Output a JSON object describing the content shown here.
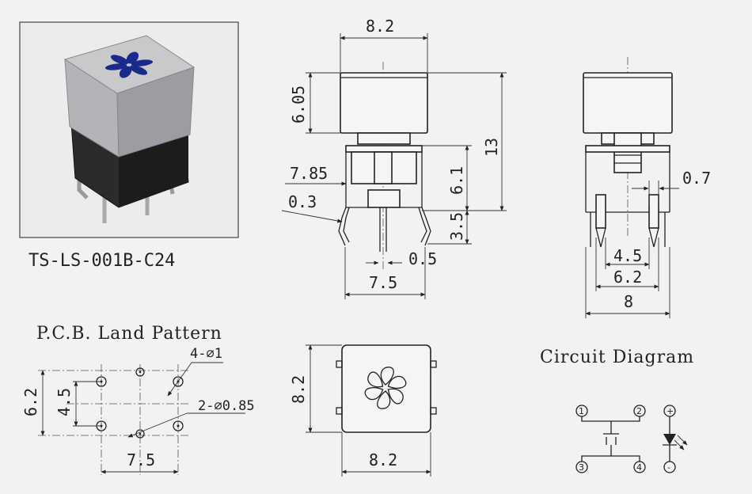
{
  "product": {
    "model": "TS-LS-001B-C24"
  },
  "pcb": {
    "title": "P.C.B. Land Pattern",
    "hole_large": "4-⌀1",
    "hole_small": "2-⌀0.85",
    "dim_width": "7.5",
    "dim_height_outer": "6.2",
    "dim_height_inner": "4.5"
  },
  "front_view": {
    "width": "8.2",
    "cap_height": "6.05",
    "total_height": "13",
    "body_height": "6.1",
    "pin_height": "3.5",
    "body_width": "7.85",
    "plate_thickness": "0.3",
    "pin_width": "0.5",
    "pin_spacing": "7.5"
  },
  "side_view": {
    "pin_thickness": "0.7",
    "inner_spacing": "4.5",
    "outer_spacing": "6.2",
    "total_width": "8"
  },
  "top_view": {
    "height": "8.2",
    "width": "8.2"
  },
  "circuit": {
    "title": "Circuit Diagram",
    "pins": [
      "1",
      "2",
      "3",
      "4"
    ],
    "led_pins": [
      "+",
      "-"
    ]
  },
  "colors": {
    "line": "#222222",
    "paper": "#f2f2f2",
    "logo": "#1a2a8c"
  }
}
